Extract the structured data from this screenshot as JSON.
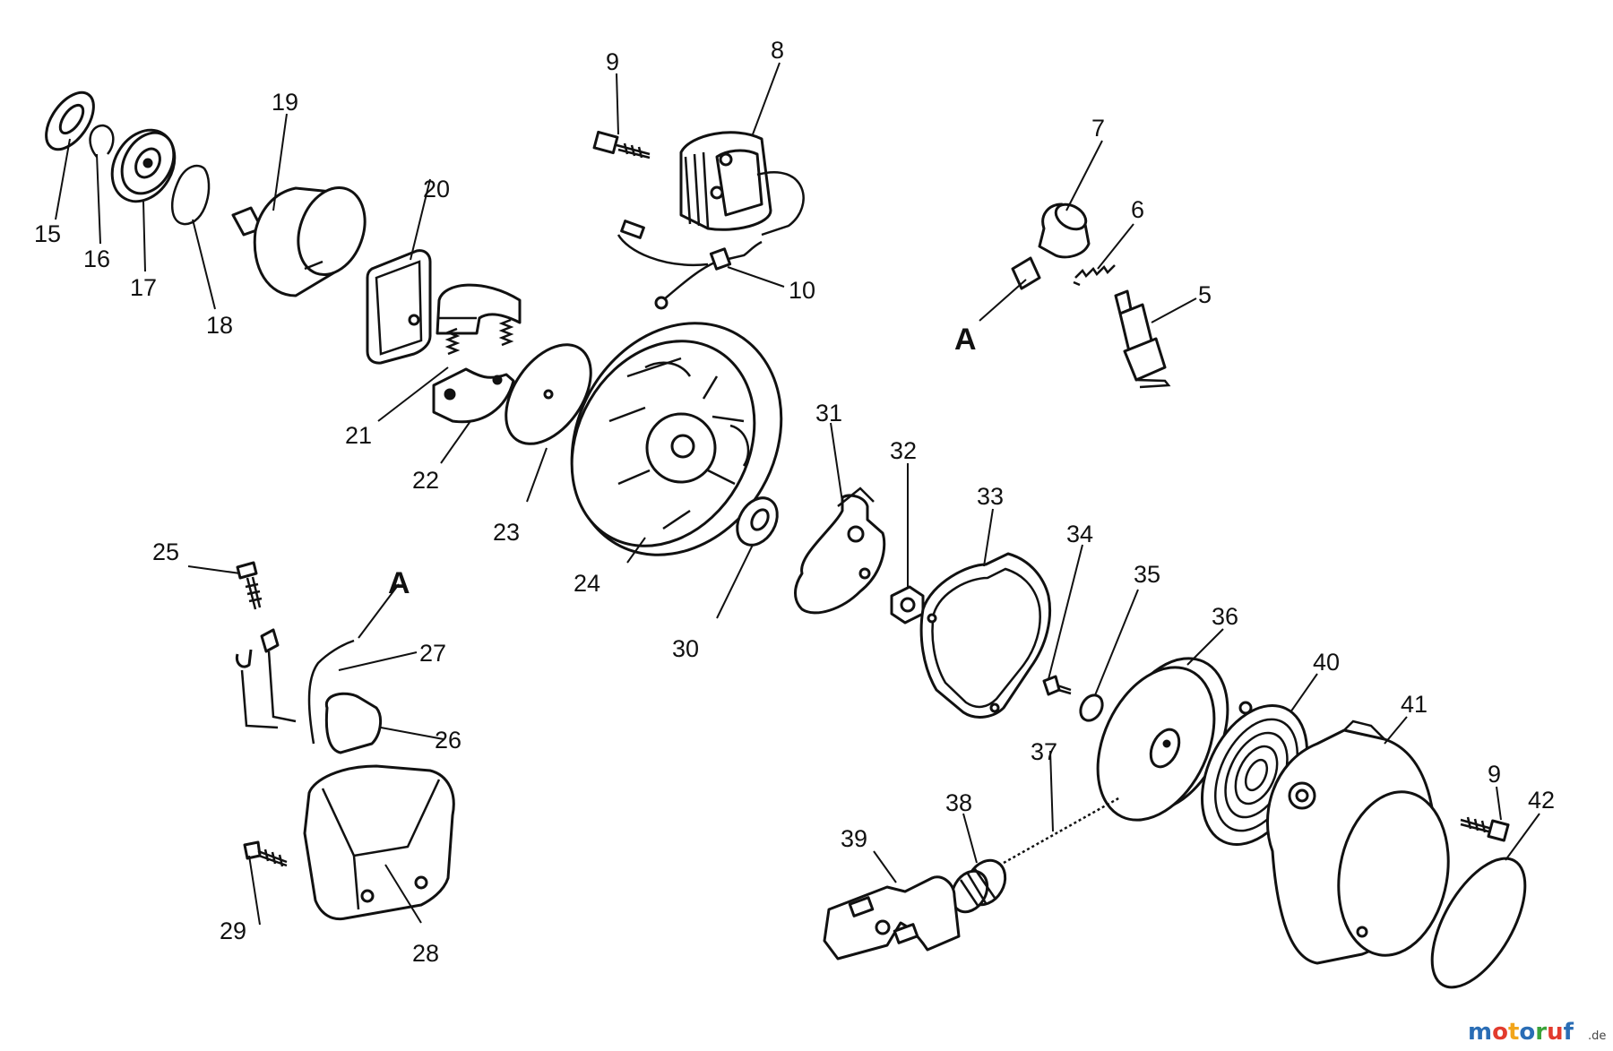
{
  "diagram": {
    "labels": {
      "p15": "15",
      "p16": "16",
      "p17": "17",
      "p18": "18",
      "p19": "19",
      "p20": "20",
      "p21": "21",
      "p22": "22",
      "p23": "23",
      "p24": "24",
      "p25": "25",
      "p26": "26",
      "p27": "27",
      "p28": "28",
      "p29": "29",
      "p30": "30",
      "p31": "31",
      "p32": "32",
      "p33": "33",
      "p34": "34",
      "p35": "35",
      "p36": "36",
      "p37": "37",
      "p38": "38",
      "p39": "39",
      "p40": "40",
      "p41": "41",
      "p42": "42",
      "p5": "5",
      "p6": "6",
      "p7": "7",
      "p8": "8",
      "p9a": "9",
      "p9b": "9",
      "p10": "10",
      "markerA1": "A",
      "markerA2": "A"
    }
  },
  "watermark": {
    "letters": [
      "m",
      "o",
      "t",
      "o",
      "r",
      "u",
      "f"
    ],
    "colors": [
      "#2a6db5",
      "#e23b2e",
      "#f2a51b",
      "#2a6db5",
      "#3aa33a",
      "#e23b2e",
      "#2a6db5"
    ],
    "suffix": ".de"
  }
}
